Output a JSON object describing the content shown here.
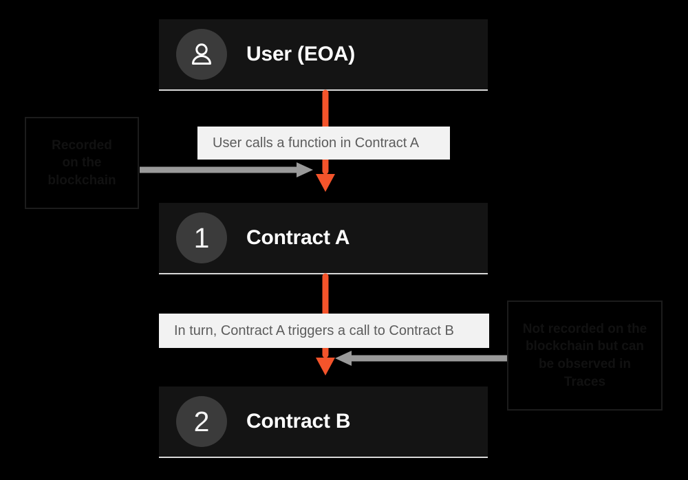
{
  "diagram": {
    "background_color": "#000000",
    "accent_color": "#F4542B",
    "node_fill": "#141414",
    "badge_fill": "#3B3B3B",
    "caption_fill": "#F2F2F2",
    "caption_text_color": "#5C5C5C",
    "connector_gray": "#9A9A9A",
    "nodes": [
      {
        "id": "user",
        "badge": "person-icon",
        "label": "User (EOA)"
      },
      {
        "id": "contract-a",
        "badge": "1",
        "label": "Contract A"
      },
      {
        "id": "contract-b",
        "badge": "2",
        "label": "Contract B"
      }
    ],
    "captions": [
      {
        "id": "cap1",
        "text": "User calls a function in Contract A"
      },
      {
        "id": "cap2",
        "text": "In turn, Contract A triggers a call to Contract B"
      }
    ],
    "annotations": [
      {
        "id": "anno-left",
        "lines": [
          "Recorded",
          "on the",
          "blockchain"
        ],
        "points_to": "user-calls-contract-a-arrow",
        "arrow_direction": "right"
      },
      {
        "id": "anno-right",
        "lines": [
          "Not recorded on the",
          "blockchain but can",
          "be observed in",
          "Traces"
        ],
        "points_to": "contract-a-calls-contract-b-arrow",
        "arrow_direction": "left"
      }
    ]
  }
}
